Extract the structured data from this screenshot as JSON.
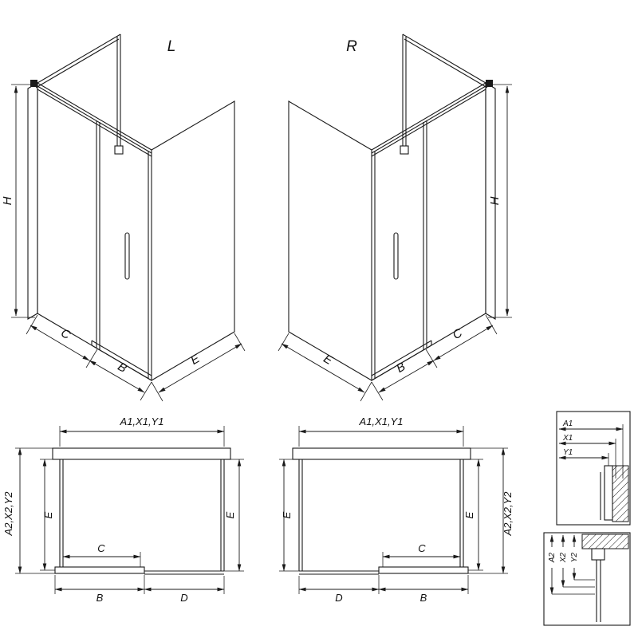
{
  "colors": {
    "line": "#1a1a1a",
    "background": "#ffffff"
  },
  "iso_left": {
    "variant_label": "L",
    "dim_height": "H",
    "dim_opening": "C",
    "dim_door": "B",
    "dim_side": "E"
  },
  "iso_right": {
    "variant_label": "R",
    "dim_height": "H",
    "dim_opening": "C",
    "dim_door": "B",
    "dim_side": "E"
  },
  "plan_left": {
    "dim_width_top": "A1,X1,Y1",
    "dim_depth_outer": "A2,X2,Y2",
    "dim_side_left": "E",
    "dim_side_right": "E",
    "dim_opening": "C",
    "dim_door": "B",
    "dim_fixed": "D"
  },
  "plan_right": {
    "dim_width_top": "A1,X1,Y1",
    "dim_depth_outer": "A2,X2,Y2",
    "dim_side_left": "E",
    "dim_side_right": "E",
    "dim_opening": "C",
    "dim_door": "B",
    "dim_fixed": "D"
  },
  "detail_width": {
    "dim_a": "A1",
    "dim_x": "X1",
    "dim_y": "Y1"
  },
  "detail_depth": {
    "dim_a": "A2",
    "dim_x": "X2",
    "dim_y": "Y2"
  }
}
